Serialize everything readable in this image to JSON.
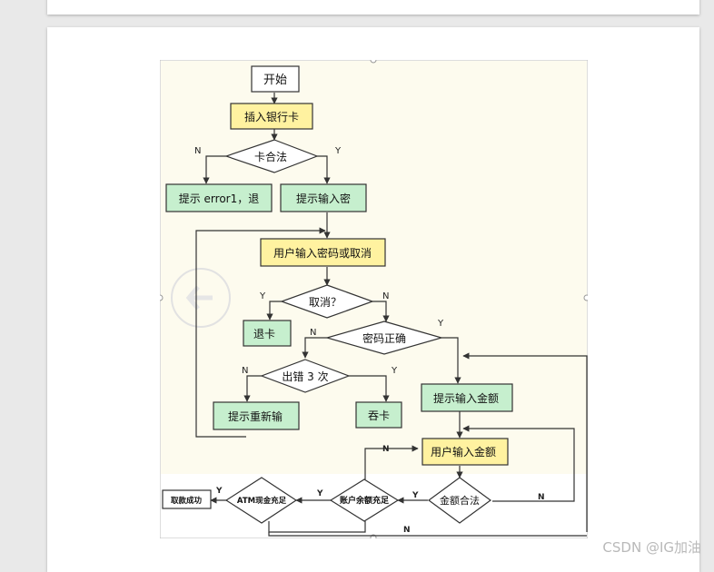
{
  "flowchart": {
    "nodes": {
      "start": "开始",
      "insert_card": "插入银行卡",
      "card_valid": "卡合法",
      "error_exit": "提示 error1，退",
      "prompt_password": "提示输入密",
      "input_password_or_cancel": "用户输入密码或取消",
      "cancel_question": "取消？",
      "eject_card": "退卡",
      "password_correct": "密码正确",
      "error_3_times": "出错 3 次",
      "prompt_reenter": "提示重新输",
      "swallow_card": "吞卡",
      "prompt_amount": "提示输入金额",
      "input_amount": "用户输入金额",
      "amount_valid": "金额合法",
      "balance_enough": "账户余额充足",
      "atm_cash_enough": "ATM现金充足",
      "withdraw_success": "取款成功"
    },
    "edge_labels": {
      "yes": "Y",
      "no": "N"
    }
  },
  "watermark": "CSDN @IG加油",
  "colors": {
    "canvas": "#fdfbee",
    "process_green": "#c6efce",
    "process_yellow": "#fff2a0",
    "stroke": "#333333"
  }
}
